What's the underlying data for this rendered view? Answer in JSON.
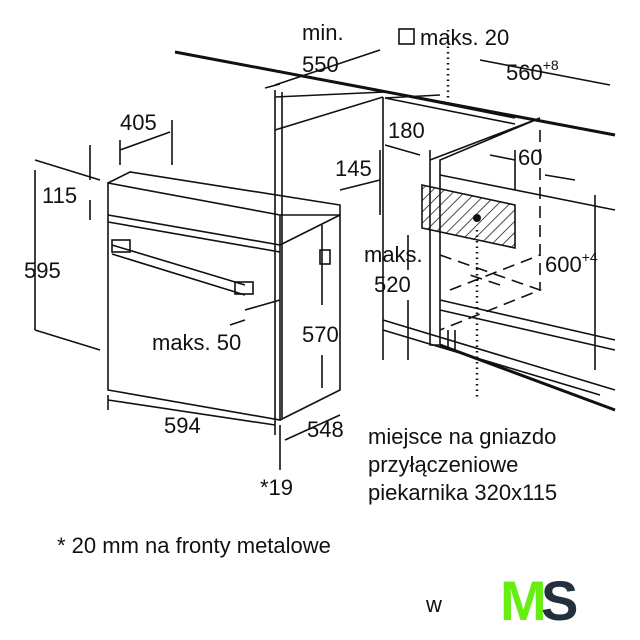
{
  "dimensions": {
    "min_label": "min.",
    "min_value": "550",
    "vent_label": "maks. 20",
    "width_niche": "560",
    "width_niche_tol": "+8",
    "depth_405": "405",
    "d180": "180",
    "d145": "145",
    "d60": "60",
    "d115": "115",
    "height_595": "595",
    "maks_label": "maks.",
    "d520": "520",
    "height_niche": "600",
    "height_niche_tol": "+4",
    "d570": "570",
    "maks50": "maks. 50",
    "width_594": "594",
    "depth_548": "548",
    "d19": "*19"
  },
  "socket_note": [
    "miejsce na gniazdo",
    "przyłączeniowe",
    "piekarnika 320x115"
  ],
  "footnote": "* 20 mm na fronty metalowe",
  "watermark": "w",
  "logo": {
    "text": "MS",
    "color_m": "#66ee11",
    "color_s": "#25303f"
  }
}
